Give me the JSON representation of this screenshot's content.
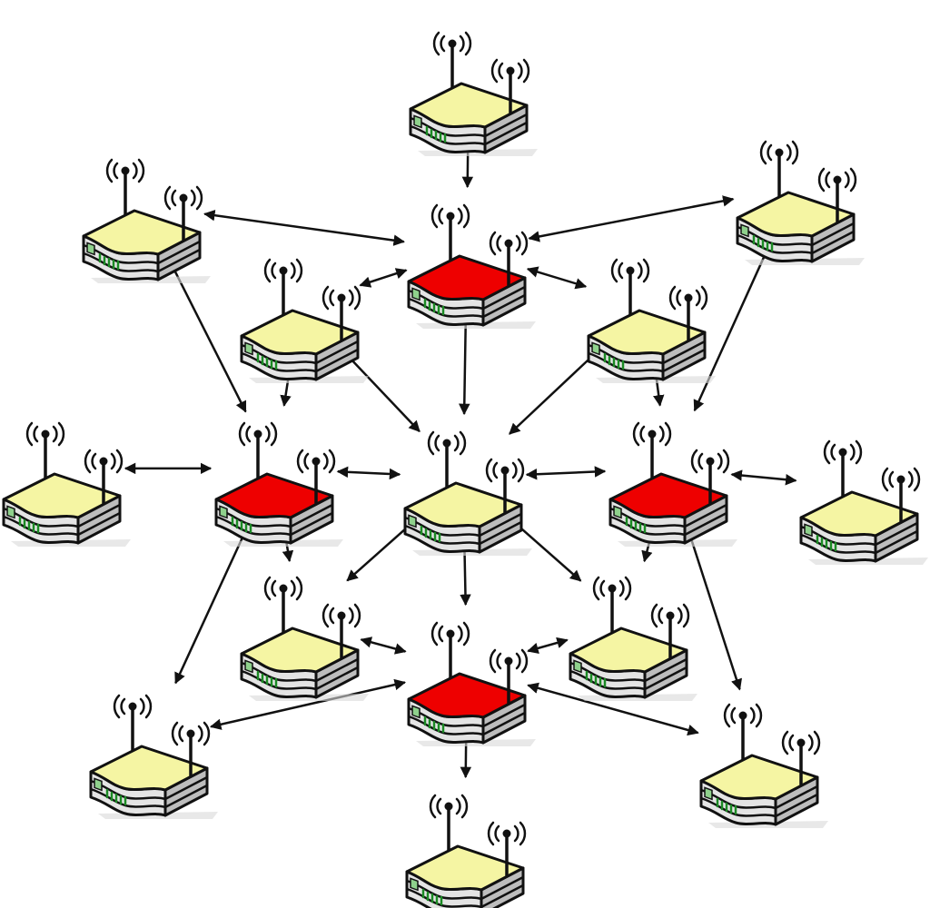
{
  "diagram": {
    "type": "wireless-mesh-network",
    "colors": {
      "client_node": "#f5f5a3",
      "mesh_router": "#ee0000",
      "led": "#1b8a24",
      "link": "#111111"
    },
    "icons": {
      "node": "wireless-router-icon",
      "signal": "wifi-signal-icon",
      "link": "bidirectional-arrow-icon"
    },
    "nodes": [
      {
        "id": "n-top",
        "role": "client"
      },
      {
        "id": "n-upper-left",
        "role": "client"
      },
      {
        "id": "n-upper-right",
        "role": "client"
      },
      {
        "id": "n-red-top",
        "role": "mesh-router"
      },
      {
        "id": "n-inner-upper-left",
        "role": "client"
      },
      {
        "id": "n-inner-upper-right",
        "role": "client"
      },
      {
        "id": "n-far-left",
        "role": "client"
      },
      {
        "id": "n-red-left",
        "role": "mesh-router"
      },
      {
        "id": "n-center",
        "role": "client"
      },
      {
        "id": "n-red-right",
        "role": "mesh-router"
      },
      {
        "id": "n-far-right",
        "role": "client"
      },
      {
        "id": "n-inner-lower-left",
        "role": "client"
      },
      {
        "id": "n-red-bottom",
        "role": "mesh-router"
      },
      {
        "id": "n-inner-lower-right",
        "role": "client"
      },
      {
        "id": "n-lower-left",
        "role": "client"
      },
      {
        "id": "n-lower-right",
        "role": "client"
      },
      {
        "id": "n-bottom",
        "role": "client"
      }
    ],
    "links": [
      [
        "n-top",
        "n-red-top"
      ],
      [
        "n-upper-left",
        "n-red-top"
      ],
      [
        "n-upper-right",
        "n-red-top"
      ],
      [
        "n-red-top",
        "n-inner-upper-left"
      ],
      [
        "n-red-top",
        "n-inner-upper-right"
      ],
      [
        "n-red-top",
        "n-center"
      ],
      [
        "n-upper-left",
        "n-red-left"
      ],
      [
        "n-upper-right",
        "n-red-right"
      ],
      [
        "n-inner-upper-left",
        "n-red-left"
      ],
      [
        "n-inner-upper-left",
        "n-center"
      ],
      [
        "n-inner-upper-right",
        "n-center"
      ],
      [
        "n-inner-upper-right",
        "n-red-right"
      ],
      [
        "n-far-left",
        "n-red-left"
      ],
      [
        "n-red-left",
        "n-center"
      ],
      [
        "n-center",
        "n-red-right"
      ],
      [
        "n-red-right",
        "n-far-right"
      ],
      [
        "n-red-left",
        "n-inner-lower-left"
      ],
      [
        "n-center",
        "n-inner-lower-left"
      ],
      [
        "n-center",
        "n-red-bottom"
      ],
      [
        "n-center",
        "n-inner-lower-right"
      ],
      [
        "n-red-right",
        "n-inner-lower-right"
      ],
      [
        "n-red-right",
        "n-lower-right"
      ],
      [
        "n-red-left",
        "n-lower-left"
      ],
      [
        "n-inner-lower-left",
        "n-red-bottom"
      ],
      [
        "n-inner-lower-right",
        "n-red-bottom"
      ],
      [
        "n-lower-left",
        "n-red-bottom"
      ],
      [
        "n-red-bottom",
        "n-lower-right"
      ],
      [
        "n-red-bottom",
        "n-bottom"
      ]
    ]
  }
}
